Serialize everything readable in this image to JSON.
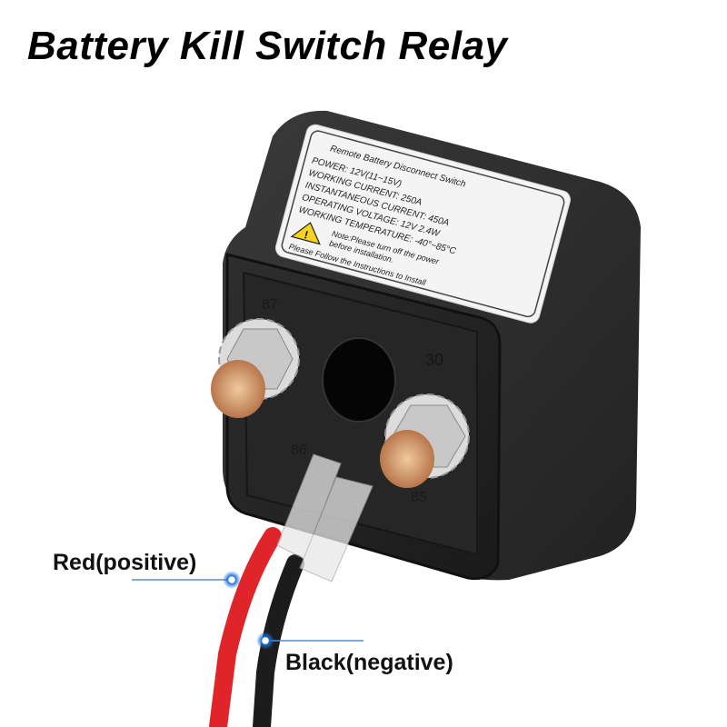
{
  "title": "Battery Kill Switch Relay",
  "label": {
    "heading": "Remote Battery Disconnect Switch",
    "lines": [
      "POWER: 12V(11~15V)",
      "WORKING CURRENT: 250A",
      "INSTANTANEOUS CURRENT: 450A",
      "OPERATING VOLTAGE:  12V  2.4W",
      "WORKING TEMPERATURE: -40°~85°C"
    ],
    "note_line1": "Note:Please turn off the power",
    "note_line2": "before installation.",
    "footer": "Please Follow the Instructions to Install",
    "warning_icon": "warning-triangle-icon"
  },
  "terminals": {
    "t87": "87",
    "t30": "30",
    "t86": "86",
    "t85": "85"
  },
  "callouts": {
    "red": "Red(positive)",
    "black": "Black(negative)"
  },
  "colors": {
    "relay_body": "#2a2a2a",
    "red_wire": "#e0252a",
    "black_wire": "#1c1c1c",
    "callout_dot": "#1e6fd9",
    "callout_line": "#5a8fc4"
  }
}
